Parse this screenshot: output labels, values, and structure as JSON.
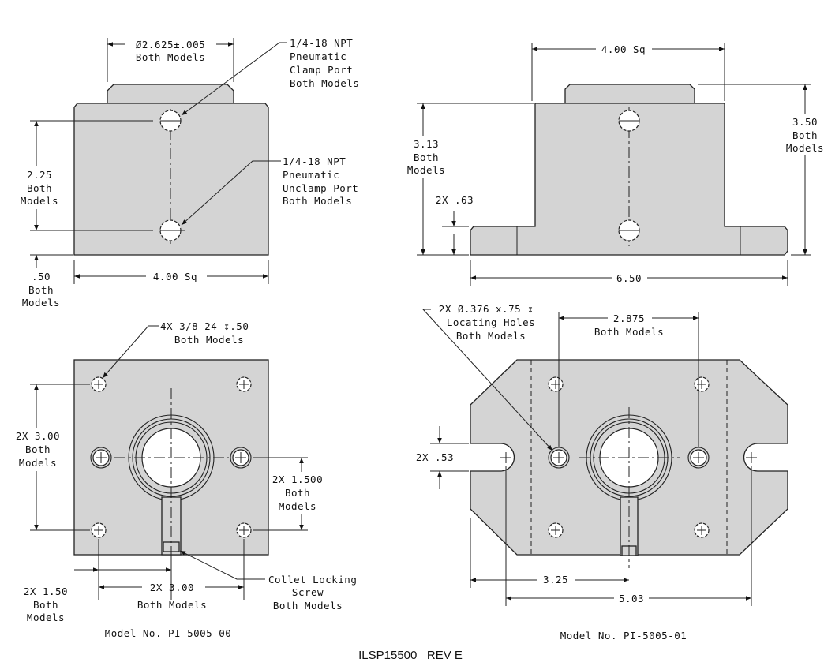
{
  "top_left_view": {
    "diameter": [
      "Ø2.625±.005",
      "Both Models"
    ],
    "clamp_port": [
      "1/4-18 NPT",
      "Pneumatic",
      "Clamp Port",
      "Both Models"
    ],
    "unclamp_port": [
      "1/4-18 NPT",
      "Pneumatic",
      "Unclamp Port",
      "Both Models"
    ],
    "height_225": [
      "2.25",
      "Both",
      "Models"
    ],
    "offset_50": [
      ".50",
      "Both",
      "Models"
    ],
    "width": "4.00 Sq"
  },
  "top_right_view": {
    "width": "4.00 Sq",
    "height_313": [
      "3.13",
      "Both",
      "Models"
    ],
    "flange": "2X .63",
    "height_350": [
      "3.50",
      "Both",
      "Models"
    ],
    "length": "6.50"
  },
  "bottom_left_view": {
    "tapped_holes": [
      "4X 3/8-24 ↧.50",
      "Both Models"
    ],
    "spacing_300_v": [
      "2X 3.00",
      "Both",
      "Models"
    ],
    "spacing_1500": [
      "2X 1.500",
      "Both",
      "Models"
    ],
    "spacing_150": [
      "2X 1.50",
      "Both",
      "Models"
    ],
    "spacing_300_h": [
      "2X 3.00",
      "Both Models"
    ],
    "collet_screw": [
      "Collet Locking",
      "Screw",
      "Both Models"
    ],
    "model": "Model No. PI-5005-00"
  },
  "bottom_right_view": {
    "locating_holes": [
      "2X Ø.376 x.75 ↧",
      "Locating Holes",
      "Both Models"
    ],
    "spacing_2875": [
      "2.875",
      "Both Models"
    ],
    "slot": "2X .53",
    "dim_325": "3.25",
    "dim_503": "5.03",
    "model": "Model No. PI-5005-01"
  },
  "document_id": "ILSP15500   REV E"
}
